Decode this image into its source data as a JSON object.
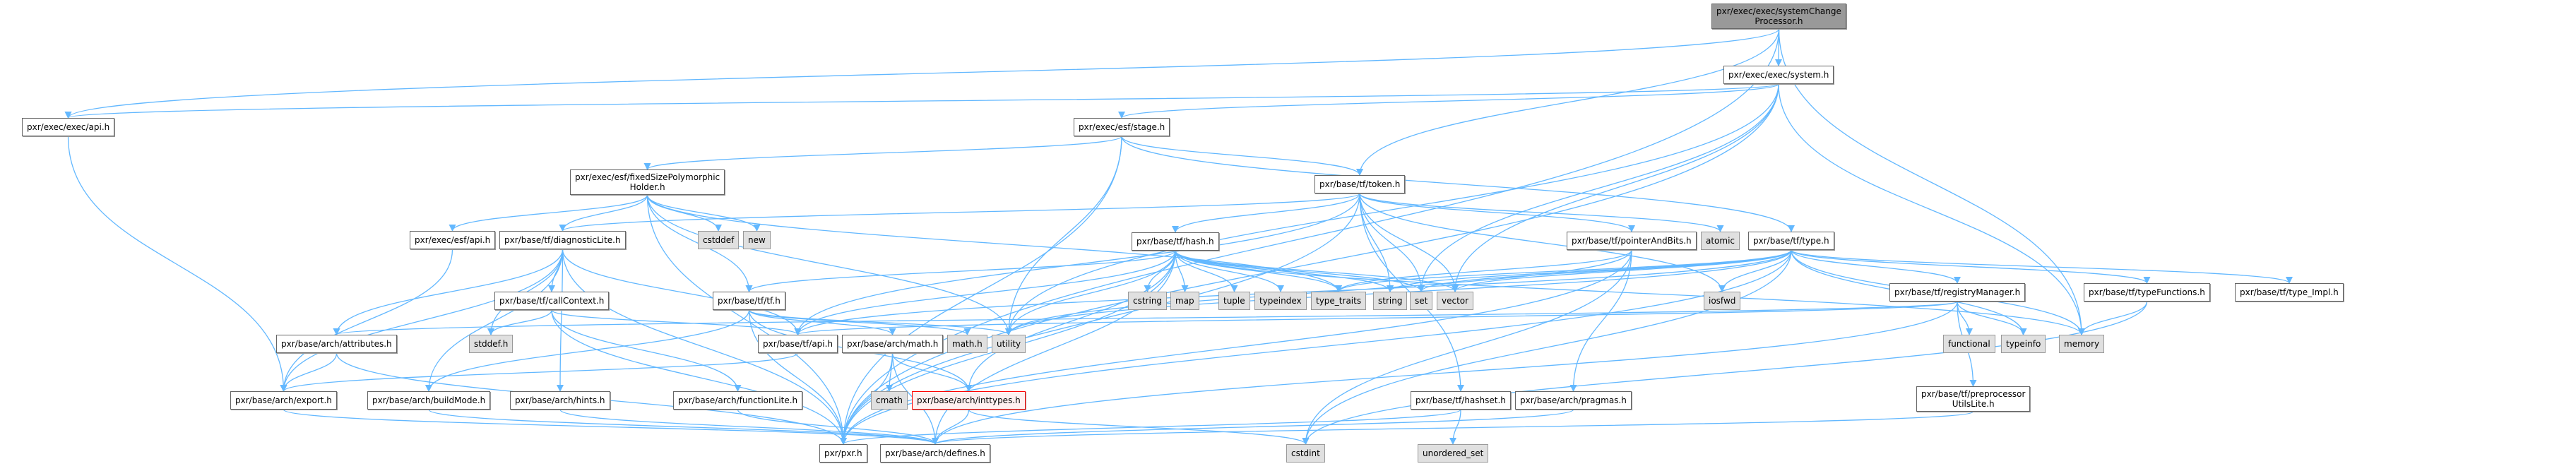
{
  "colors": {
    "edge": "#63b8ff",
    "root_fill": "#999999",
    "system_fill": "#e0e0e0",
    "node_fill": "#ffffff",
    "warn_border": "#ff0000"
  },
  "nodes": [
    {
      "id": "root",
      "lines": [
        "pxr/exec/exec/systemChange",
        "Processor.h"
      ],
      "kind": "root"
    },
    {
      "id": "system",
      "lines": [
        "pxr/exec/exec/system.h"
      ],
      "kind": "file"
    },
    {
      "id": "execapi",
      "lines": [
        "pxr/exec/exec/api.h"
      ],
      "kind": "file"
    },
    {
      "id": "stage",
      "lines": [
        "pxr/exec/esf/stage.h"
      ],
      "kind": "file"
    },
    {
      "id": "fsph",
      "lines": [
        "pxr/exec/esf/fixedSizePolymorphic",
        "Holder.h"
      ],
      "kind": "file"
    },
    {
      "id": "token",
      "lines": [
        "pxr/base/tf/token.h"
      ],
      "kind": "file"
    },
    {
      "id": "esfapi",
      "lines": [
        "pxr/exec/esf/api.h"
      ],
      "kind": "file"
    },
    {
      "id": "diag",
      "lines": [
        "pxr/base/tf/diagnosticLite.h"
      ],
      "kind": "file"
    },
    {
      "id": "cstddef",
      "lines": [
        "cstddef"
      ],
      "kind": "system"
    },
    {
      "id": "new",
      "lines": [
        "new"
      ],
      "kind": "system"
    },
    {
      "id": "hash",
      "lines": [
        "pxr/base/tf/hash.h"
      ],
      "kind": "file"
    },
    {
      "id": "atomic",
      "lines": [
        "atomic"
      ],
      "kind": "system"
    },
    {
      "id": "pab",
      "lines": [
        "pxr/base/tf/pointerAndBits.h"
      ],
      "kind": "file"
    },
    {
      "id": "type",
      "lines": [
        "pxr/base/tf/type.h"
      ],
      "kind": "file"
    },
    {
      "id": "callctx",
      "lines": [
        "pxr/base/tf/callContext.h"
      ],
      "kind": "file"
    },
    {
      "id": "tf",
      "lines": [
        "pxr/base/tf/tf.h"
      ],
      "kind": "file"
    },
    {
      "id": "cstring",
      "lines": [
        "cstring"
      ],
      "kind": "system"
    },
    {
      "id": "map",
      "lines": [
        "map"
      ],
      "kind": "system"
    },
    {
      "id": "tuple",
      "lines": [
        "tuple"
      ],
      "kind": "system"
    },
    {
      "id": "typeindex",
      "lines": [
        "typeindex"
      ],
      "kind": "system"
    },
    {
      "id": "type_traits",
      "lines": [
        "type_traits"
      ],
      "kind": "system"
    },
    {
      "id": "string",
      "lines": [
        "string"
      ],
      "kind": "system"
    },
    {
      "id": "set",
      "lines": [
        "set"
      ],
      "kind": "system"
    },
    {
      "id": "vector",
      "lines": [
        "vector"
      ],
      "kind": "system"
    },
    {
      "id": "iosfwd",
      "lines": [
        "iosfwd"
      ],
      "kind": "system"
    },
    {
      "id": "regmgr",
      "lines": [
        "pxr/base/tf/registryManager.h"
      ],
      "kind": "file"
    },
    {
      "id": "typefn",
      "lines": [
        "pxr/base/tf/typeFunctions.h"
      ],
      "kind": "file"
    },
    {
      "id": "typeimpl",
      "lines": [
        "pxr/base/tf/type_Impl.h"
      ],
      "kind": "file"
    },
    {
      "id": "attrs",
      "lines": [
        "pxr/base/arch/attributes.h"
      ],
      "kind": "file"
    },
    {
      "id": "stddef",
      "lines": [
        "stddef.h"
      ],
      "kind": "system"
    },
    {
      "id": "tfapi",
      "lines": [
        "pxr/base/tf/api.h"
      ],
      "kind": "file"
    },
    {
      "id": "archmath",
      "lines": [
        "pxr/base/arch/math.h"
      ],
      "kind": "file"
    },
    {
      "id": "mathh",
      "lines": [
        "math.h"
      ],
      "kind": "system"
    },
    {
      "id": "utility",
      "lines": [
        "utility"
      ],
      "kind": "system"
    },
    {
      "id": "functional",
      "lines": [
        "functional"
      ],
      "kind": "system"
    },
    {
      "id": "typeinfo",
      "lines": [
        "typeinfo"
      ],
      "kind": "system"
    },
    {
      "id": "memory",
      "lines": [
        "memory"
      ],
      "kind": "system"
    },
    {
      "id": "export",
      "lines": [
        "pxr/base/arch/export.h"
      ],
      "kind": "file"
    },
    {
      "id": "buildmode",
      "lines": [
        "pxr/base/arch/buildMode.h"
      ],
      "kind": "file"
    },
    {
      "id": "hints",
      "lines": [
        "pxr/base/arch/hints.h"
      ],
      "kind": "file"
    },
    {
      "id": "fnlite",
      "lines": [
        "pxr/base/arch/functionLite.h"
      ],
      "kind": "file"
    },
    {
      "id": "cmath",
      "lines": [
        "cmath"
      ],
      "kind": "system"
    },
    {
      "id": "inttypes",
      "lines": [
        "pxr/base/arch/inttypes.h"
      ],
      "kind": "warn"
    },
    {
      "id": "hashset",
      "lines": [
        "pxr/base/tf/hashset.h"
      ],
      "kind": "file"
    },
    {
      "id": "pragmas",
      "lines": [
        "pxr/base/arch/pragmas.h"
      ],
      "kind": "file"
    },
    {
      "id": "preproc",
      "lines": [
        "pxr/base/tf/preprocessor",
        "UtilsLite.h"
      ],
      "kind": "file"
    },
    {
      "id": "pxr",
      "lines": [
        "pxr/pxr.h"
      ],
      "kind": "file"
    },
    {
      "id": "defines",
      "lines": [
        "pxr/base/arch/defines.h"
      ],
      "kind": "file"
    },
    {
      "id": "cstdint",
      "lines": [
        "cstdint"
      ],
      "kind": "system"
    },
    {
      "id": "unordered_set",
      "lines": [
        "unordered_set"
      ],
      "kind": "system"
    }
  ],
  "edges": [
    [
      "root",
      "system"
    ],
    [
      "root",
      "execapi"
    ],
    [
      "root",
      "token"
    ],
    [
      "root",
      "pxr"
    ],
    [
      "root",
      "memory"
    ],
    [
      "system",
      "execapi"
    ],
    [
      "system",
      "stage"
    ],
    [
      "system",
      "pxr"
    ],
    [
      "system",
      "set"
    ],
    [
      "system",
      "vector"
    ],
    [
      "system",
      "utility"
    ],
    [
      "system",
      "memory"
    ],
    [
      "execapi",
      "export"
    ],
    [
      "stage",
      "fsph"
    ],
    [
      "stage",
      "token"
    ],
    [
      "stage",
      "pxr"
    ],
    [
      "stage",
      "type"
    ],
    [
      "stage",
      "utility"
    ],
    [
      "fsph",
      "esfapi"
    ],
    [
      "fsph",
      "diag"
    ],
    [
      "fsph",
      "tf"
    ],
    [
      "fsph",
      "cstddef"
    ],
    [
      "fsph",
      "new"
    ],
    [
      "fsph",
      "type_traits"
    ],
    [
      "fsph",
      "utility"
    ],
    [
      "fsph",
      "pxr"
    ],
    [
      "esfapi",
      "export"
    ],
    [
      "token",
      "diag"
    ],
    [
      "token",
      "hash"
    ],
    [
      "token",
      "pab"
    ],
    [
      "token",
      "atomic"
    ],
    [
      "token",
      "string"
    ],
    [
      "token",
      "set"
    ],
    [
      "token",
      "vector"
    ],
    [
      "token",
      "iosfwd"
    ],
    [
      "token",
      "hashset"
    ],
    [
      "token",
      "tfapi"
    ],
    [
      "token",
      "pxr"
    ],
    [
      "diag",
      "callctx"
    ],
    [
      "diag",
      "attrs"
    ],
    [
      "diag",
      "buildmode"
    ],
    [
      "diag",
      "hints"
    ],
    [
      "diag",
      "tfapi"
    ],
    [
      "diag",
      "stddef"
    ],
    [
      "diag",
      "pxr"
    ],
    [
      "diag",
      "export"
    ],
    [
      "hash",
      "tf"
    ],
    [
      "hash",
      "tfapi"
    ],
    [
      "hash",
      "cstring"
    ],
    [
      "hash",
      "map"
    ],
    [
      "hash",
      "tuple"
    ],
    [
      "hash",
      "typeindex"
    ],
    [
      "hash",
      "type_traits"
    ],
    [
      "hash",
      "string"
    ],
    [
      "hash",
      "set"
    ],
    [
      "hash",
      "vector"
    ],
    [
      "hash",
      "utility"
    ],
    [
      "hash",
      "memory"
    ],
    [
      "hash",
      "inttypes"
    ],
    [
      "hash",
      "pxr"
    ],
    [
      "hash",
      "defines"
    ],
    [
      "pab",
      "pragmas"
    ],
    [
      "pab",
      "type_traits"
    ],
    [
      "pab",
      "utility"
    ],
    [
      "pab",
      "cstdint"
    ],
    [
      "pab",
      "pxr"
    ],
    [
      "type",
      "regmgr"
    ],
    [
      "type",
      "typefn"
    ],
    [
      "type",
      "typeimpl"
    ],
    [
      "type",
      "iosfwd"
    ],
    [
      "type",
      "set"
    ],
    [
      "type",
      "string"
    ],
    [
      "type",
      "vector"
    ],
    [
      "type",
      "type_traits"
    ],
    [
      "type",
      "typeinfo"
    ],
    [
      "type",
      "memory"
    ],
    [
      "type",
      "utility"
    ],
    [
      "type",
      "tfapi"
    ],
    [
      "type",
      "cstdint"
    ],
    [
      "type",
      "pxr"
    ],
    [
      "callctx",
      "fnlite"
    ],
    [
      "callctx",
      "tfapi"
    ],
    [
      "callctx",
      "stddef"
    ],
    [
      "callctx",
      "pxr"
    ],
    [
      "tf",
      "archmath"
    ],
    [
      "tf",
      "inttypes"
    ],
    [
      "tf",
      "mathh"
    ],
    [
      "tf",
      "utility"
    ],
    [
      "tf",
      "buildmode"
    ],
    [
      "tf",
      "pxr"
    ],
    [
      "attrs",
      "export"
    ],
    [
      "attrs",
      "pxr"
    ],
    [
      "tfapi",
      "export"
    ],
    [
      "archmath",
      "cmath"
    ],
    [
      "archmath",
      "inttypes"
    ],
    [
      "archmath",
      "pxr"
    ],
    [
      "archmath",
      "defines"
    ],
    [
      "regmgr",
      "functional"
    ],
    [
      "regmgr",
      "typeinfo"
    ],
    [
      "regmgr",
      "preproc"
    ],
    [
      "regmgr",
      "tfapi"
    ],
    [
      "regmgr",
      "attrs"
    ],
    [
      "regmgr",
      "defines"
    ],
    [
      "typefn",
      "memory"
    ],
    [
      "typefn",
      "cstdint"
    ],
    [
      "export",
      "defines"
    ],
    [
      "buildmode",
      "defines"
    ],
    [
      "hints",
      "defines"
    ],
    [
      "fnlite",
      "defines"
    ],
    [
      "inttypes",
      "defines"
    ],
    [
      "inttypes",
      "cstdint"
    ],
    [
      "hashset",
      "unordered_set"
    ],
    [
      "hashset",
      "pxr"
    ],
    [
      "pragmas",
      "defines"
    ],
    [
      "preproc",
      "defines"
    ]
  ]
}
